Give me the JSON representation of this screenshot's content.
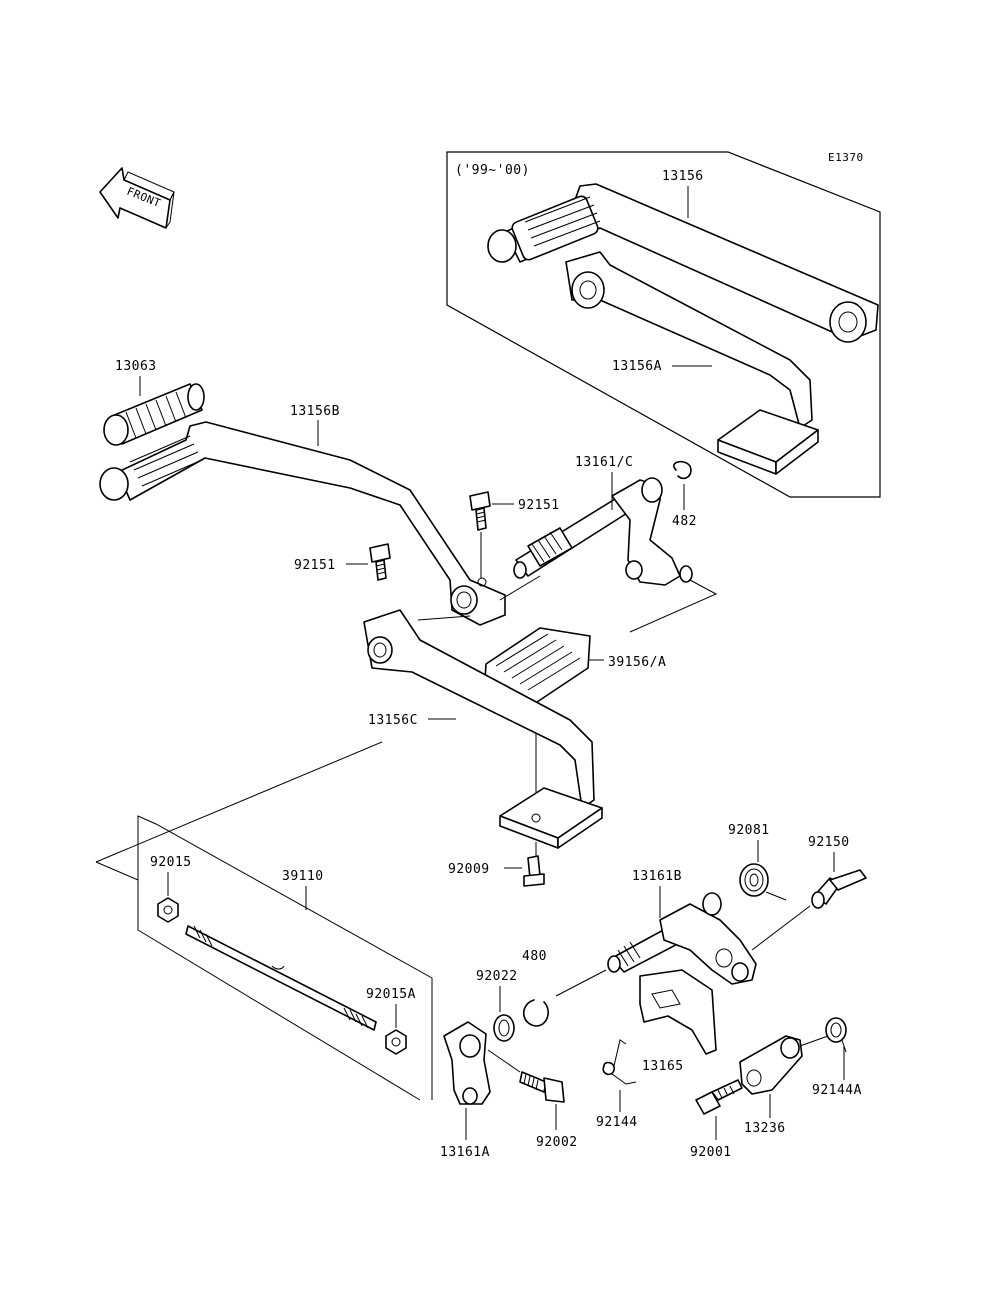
{
  "diagram_code": "E1370",
  "front_label": "FRONT",
  "inset_note": "('99~'00)",
  "labels": {
    "p13156": "13156",
    "p13156A": "13156A",
    "p13063": "13063",
    "p13156B": "13156B",
    "p92151a": "92151",
    "p92151b": "92151",
    "p13161C": "13161/C",
    "p482": "482",
    "p39156A": "39156/A",
    "p13156C": "13156C",
    "p92009": "92009",
    "p92081": "92081",
    "p92150": "92150",
    "p13161B": "13161B",
    "p92015": "92015",
    "p39110": "39110",
    "p480": "480",
    "p92022": "92022",
    "p92015A": "92015A",
    "p13165": "13165",
    "p92144": "92144",
    "p92144A": "92144A",
    "p13236": "13236",
    "p13161A": "13161A",
    "p92002": "92002",
    "p92001": "92001"
  }
}
